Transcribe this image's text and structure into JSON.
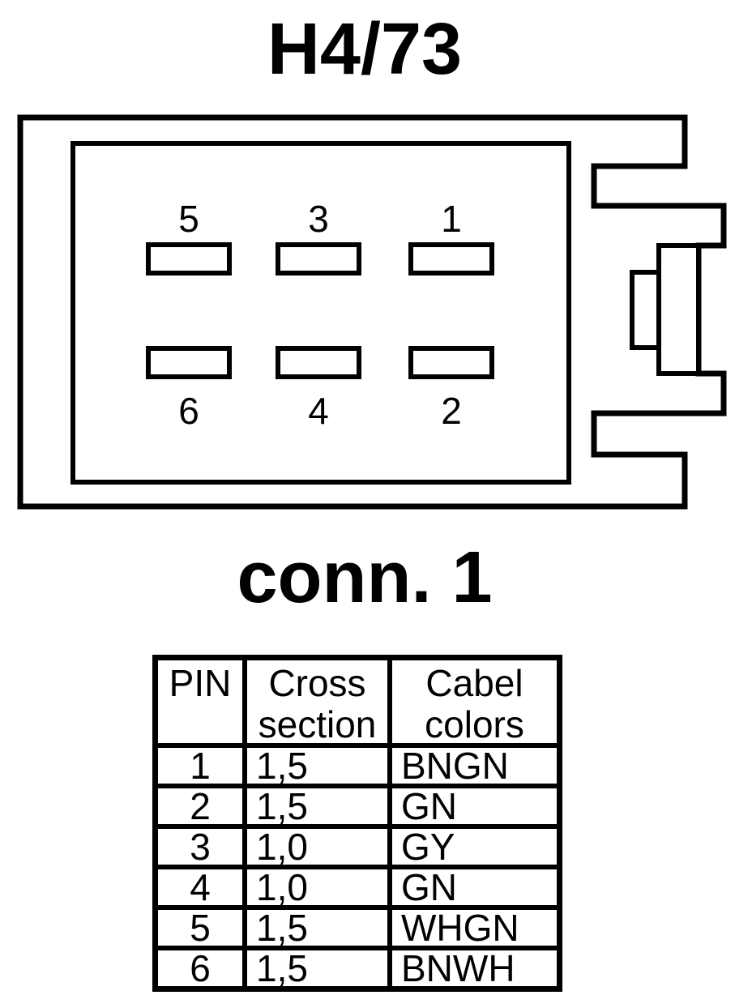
{
  "page": {
    "background_color": "#ffffff",
    "ink_color": "#000000"
  },
  "connector": {
    "title": "H4/73",
    "caption": "conn. 1",
    "pin_rows": {
      "top": [
        "5",
        "3",
        "1"
      ],
      "bottom": [
        "6",
        "4",
        "2"
      ]
    }
  },
  "table": {
    "headers": [
      "PIN",
      "Cross section",
      "Cabel colors"
    ],
    "rows": [
      [
        "1",
        "1,5",
        "BNGN"
      ],
      [
        "2",
        "1,5",
        "GN"
      ],
      [
        "3",
        "1,0",
        "GY"
      ],
      [
        "4",
        "1,0",
        "GN"
      ],
      [
        "5",
        "1,5",
        "WHGN"
      ],
      [
        "6",
        "1,5",
        "BNWH"
      ]
    ]
  }
}
